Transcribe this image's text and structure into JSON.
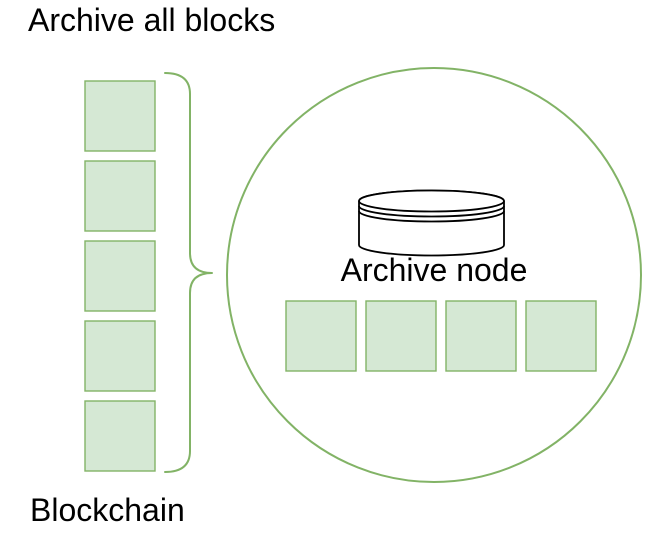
{
  "title": "Archive all blocks",
  "blockchain": {
    "label": "Blockchain",
    "block_count": 5
  },
  "archive_node": {
    "label": "Archive node",
    "block_count": 4,
    "icon": "database-cylinder-icon"
  },
  "colors": {
    "background": "#ffffff",
    "text": "#000000",
    "block-fill": "#d5e8d4",
    "block-stroke": "#82b366",
    "accent-green": "#82b366"
  }
}
